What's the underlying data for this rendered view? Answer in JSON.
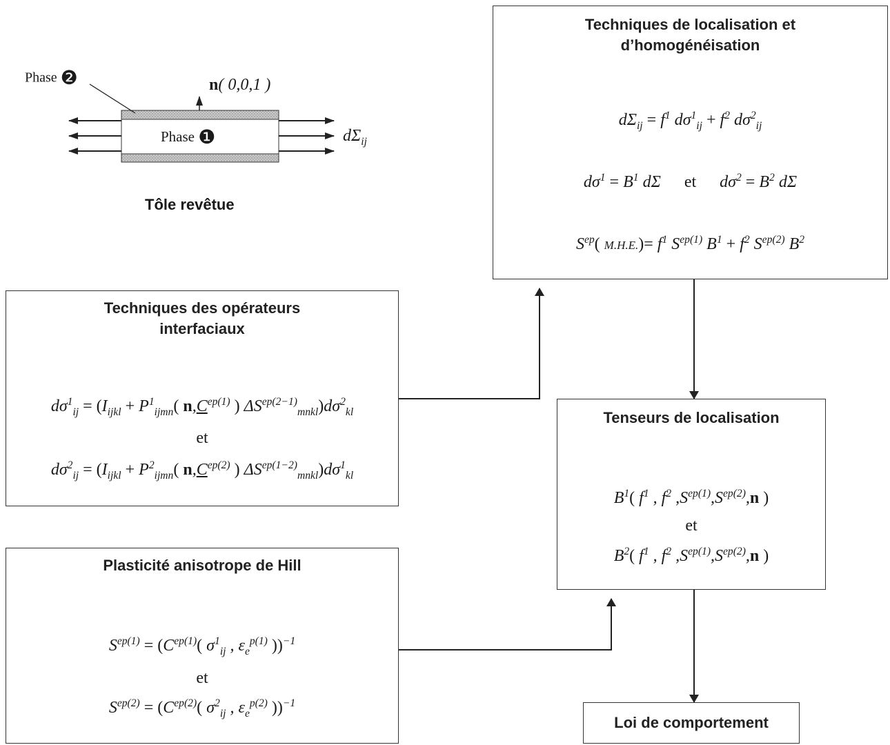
{
  "illustration": {
    "phase2_label": "Phase",
    "phase2_marker": "❷",
    "normal_label": "n",
    "normal_coords": "( 0,0,1 )",
    "phase1_label": "Phase",
    "phase1_marker": "❶",
    "stress_label": "dΣ",
    "stress_index": "ij",
    "caption": "Tôle revêtue"
  },
  "box_homogenisation": {
    "title": "Techniques de localisation et d’homogénéisation",
    "eq1": "dΣ_ij = f¹ dσ¹_ij + f² dσ²_ij",
    "eq2": "dσ¹ = B¹ dΣ     et     dσ² = B² dΣ",
    "eq3": "S^ep( M.H.E.) = f¹ S^ep(1) B¹ + f² S^ep(2) B²"
  },
  "box_interfaciaux": {
    "title": "Techniques des opérateurs interfaciaux",
    "eq1": "dσ¹_ij = ( I_ijkl + P¹_ijmn( n, C^ep(1) ) ΔS^ep(2−1)_mnkl ) dσ²_kl",
    "connector": "et",
    "eq2": "dσ²_ij = ( I_ijkl + P²_ijmn( n, C^ep(2) ) ΔS^ep(1−2)_mnkl ) dσ¹_kl"
  },
  "box_hill": {
    "title": "Plasticité anisotrope de Hill",
    "eq1": "S^ep(1) = ( C^ep(1)( σ¹_ij, ε_e^p(1) ) )^−1",
    "connector": "et",
    "eq2": "S^ep(2) = ( C^ep(2)( σ²_ij, ε_e^p(2) ) )^−1"
  },
  "box_tenseurs": {
    "title": "Tenseurs de localisation",
    "eq1": "B¹( f¹, f², S^ep(1), S^ep(2), n )",
    "connector": "et",
    "eq2": "B²( f¹, f², S^ep(1), S^ep(2), n )"
  },
  "box_loi": {
    "title": "Loi de comportement"
  }
}
